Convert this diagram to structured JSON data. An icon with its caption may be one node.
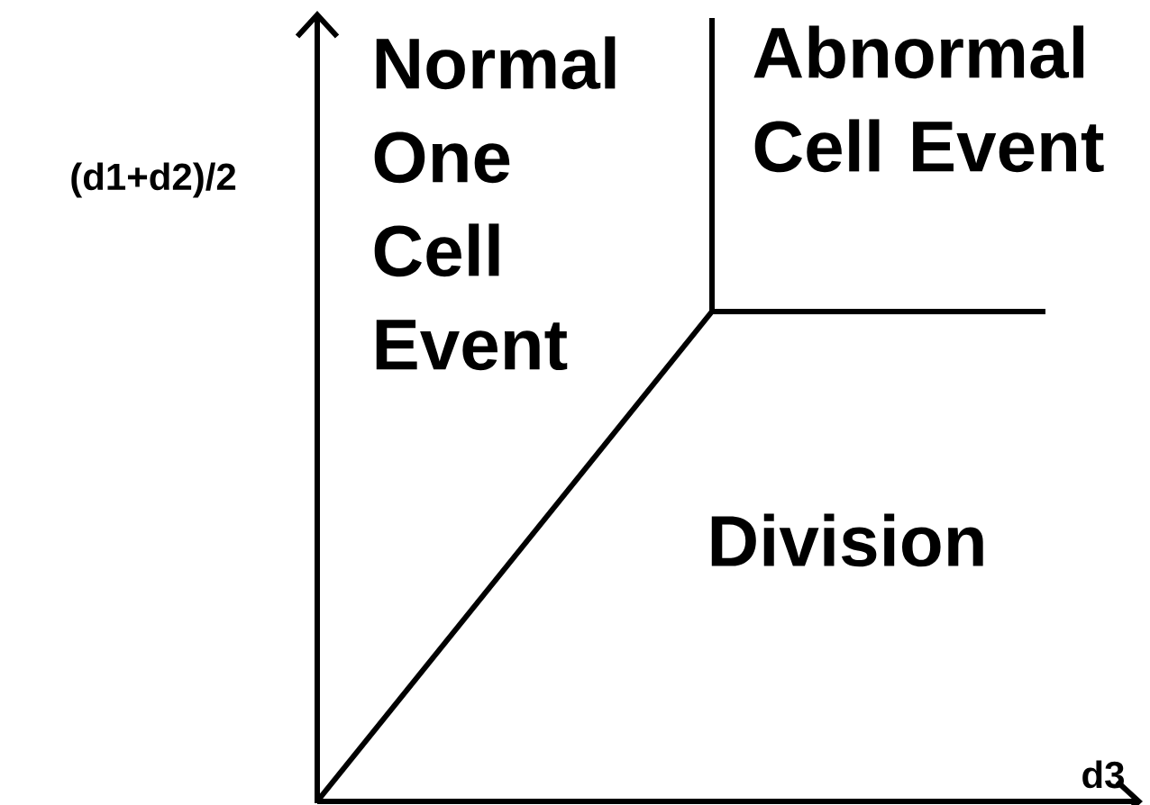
{
  "diagram": {
    "labels": [
      "(d1+d2)/2",
      "Normal One Cell Event",
      "Abnormal Cell Event",
      "Division",
      "d3"
    ]
  }
}
